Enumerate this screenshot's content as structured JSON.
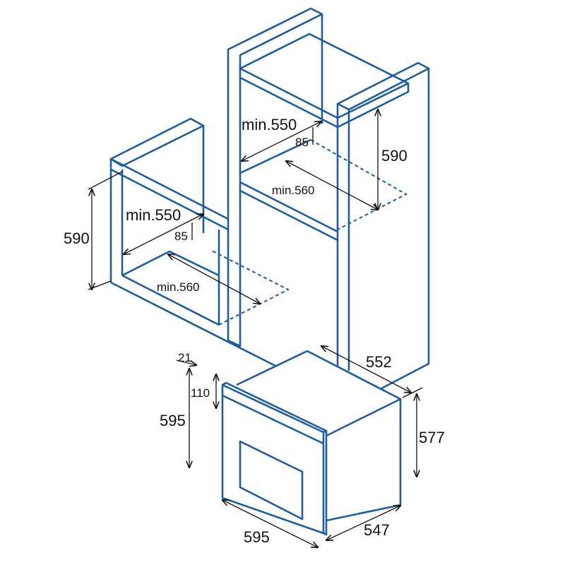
{
  "line_color": "#1f5c99",
  "upper_cabinet": {
    "depth": "min.550",
    "offset": "85",
    "height": "590",
    "width": "min.560"
  },
  "lower_cabinet": {
    "depth": "min.550",
    "offset": "85",
    "height": "590",
    "width": "min.560"
  },
  "oven": {
    "panel_thickness": "21",
    "panel_offset": "110",
    "front_height": "595",
    "body_depth": "552",
    "body_height": "577",
    "front_width": "595",
    "body_width": "547"
  }
}
